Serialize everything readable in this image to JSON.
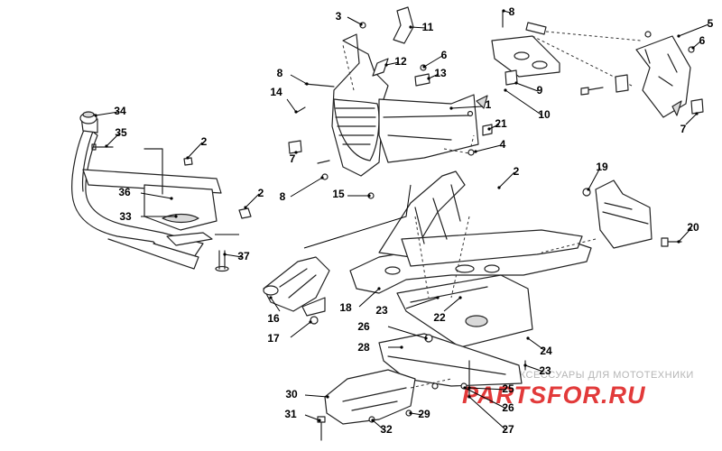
{
  "diagram": {
    "callouts": [
      {
        "id": "c1",
        "label": "1"
      },
      {
        "id": "c2a",
        "label": "2"
      },
      {
        "id": "c2b",
        "label": "2"
      },
      {
        "id": "c2c",
        "label": "2"
      },
      {
        "id": "c3",
        "label": "3"
      },
      {
        "id": "c4",
        "label": "4"
      },
      {
        "id": "c5",
        "label": "5"
      },
      {
        "id": "c6a",
        "label": "6"
      },
      {
        "id": "c6b",
        "label": "6"
      },
      {
        "id": "c7a",
        "label": "7"
      },
      {
        "id": "c7b",
        "label": "7"
      },
      {
        "id": "c8a",
        "label": "8"
      },
      {
        "id": "c8b",
        "label": "8"
      },
      {
        "id": "c8c",
        "label": "8"
      },
      {
        "id": "c9",
        "label": "9"
      },
      {
        "id": "c10",
        "label": "10"
      },
      {
        "id": "c11",
        "label": "11"
      },
      {
        "id": "c12",
        "label": "12"
      },
      {
        "id": "c13",
        "label": "13"
      },
      {
        "id": "c14",
        "label": "14"
      },
      {
        "id": "c15",
        "label": "15"
      },
      {
        "id": "c16",
        "label": "16"
      },
      {
        "id": "c17",
        "label": "17"
      },
      {
        "id": "c18",
        "label": "18"
      },
      {
        "id": "c19",
        "label": "19"
      },
      {
        "id": "c20",
        "label": "20"
      },
      {
        "id": "c21",
        "label": "21"
      },
      {
        "id": "c22",
        "label": "22"
      },
      {
        "id": "c23a",
        "label": "23"
      },
      {
        "id": "c23b",
        "label": "23"
      },
      {
        "id": "c24",
        "label": "24"
      },
      {
        "id": "c25",
        "label": "25"
      },
      {
        "id": "c26a",
        "label": "26"
      },
      {
        "id": "c26b",
        "label": "26"
      },
      {
        "id": "c27",
        "label": "27"
      },
      {
        "id": "c28",
        "label": "28"
      },
      {
        "id": "c29",
        "label": "29"
      },
      {
        "id": "c30",
        "label": "30"
      },
      {
        "id": "c31",
        "label": "31"
      },
      {
        "id": "c32",
        "label": "32"
      },
      {
        "id": "c33",
        "label": "33"
      },
      {
        "id": "c34",
        "label": "34"
      },
      {
        "id": "c35",
        "label": "35"
      },
      {
        "id": "c36",
        "label": "36"
      },
      {
        "id": "c37",
        "label": "37"
      }
    ]
  },
  "watermark": {
    "caption": "ЗАПЧАСТИ И АКСЕССУАРЫ ДЛЯ МОТОТЕХНИКИ",
    "logo": "PARTSFOR.RU"
  }
}
